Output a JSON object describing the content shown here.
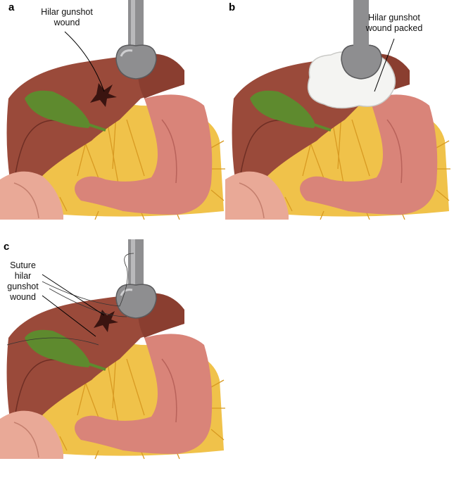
{
  "panels": [
    {
      "letter": "a",
      "label_lines": [
        "Hilar gunshot",
        "wound"
      ]
    },
    {
      "letter": "b",
      "label_lines": [
        "Hilar gunshot",
        "wound packed"
      ]
    },
    {
      "letter": "c",
      "label_lines": [
        "Suture",
        "hilar",
        "gunshot",
        "wound"
      ]
    }
  ],
  "colors": {
    "liver": "#9a4a3a",
    "stomach": "#d98479",
    "gallbladder": "#5e8a2e",
    "fat": "#f0c24a",
    "retractor": "#8e8e90",
    "packing": "#f4f4f2"
  }
}
